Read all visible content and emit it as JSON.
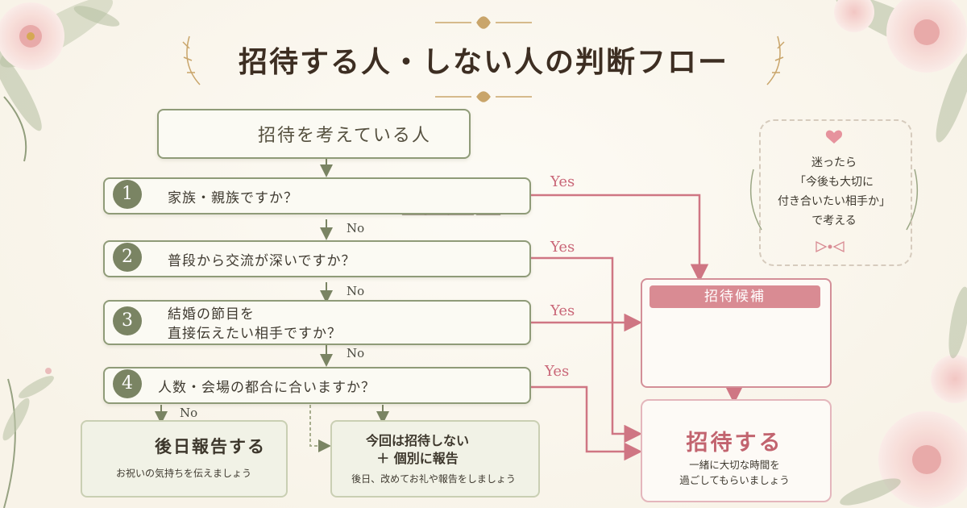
{
  "title": "招待する人・しない人の判断フロー",
  "start": {
    "label": "招待を考えている人"
  },
  "questions": [
    {
      "number": "1",
      "text": "家族・親族ですか？",
      "yes": "Yes",
      "no": "No"
    },
    {
      "number": "2",
      "text": "普段から交流が深いですか？",
      "yes": "Yes",
      "no": "No"
    },
    {
      "number": "3",
      "line1": "結婚の節目を",
      "line2": "直接伝えたい相手ですか？",
      "yes": "Yes",
      "no": "No"
    },
    {
      "number": "4",
      "text": "人数・会場の都合に合いますか？",
      "yes": "Yes",
      "no": "No"
    }
  ],
  "note": {
    "line1": "迷ったら",
    "line2": "「今後も大切に",
    "line3": "付き合いたい相手か」",
    "line4": "で考える"
  },
  "candidate": {
    "label": "招待候補"
  },
  "invite": {
    "title": "招待する",
    "line1": "一緒に大切な時間を",
    "line2": "過ごしてもらいましょう"
  },
  "later": {
    "title": "後日報告する",
    "subtitle": "お祝いの気持ちを伝えましょう"
  },
  "separate": {
    "line1": "今回は招待しない",
    "line2": "＋ 個別に報告",
    "subtitle": "後日、改めてお礼や報告をしましょう"
  },
  "colors": {
    "olive": "#7a8463",
    "pink": "#d98b93",
    "yes": "#c96677",
    "gold": "#c9a56a"
  }
}
